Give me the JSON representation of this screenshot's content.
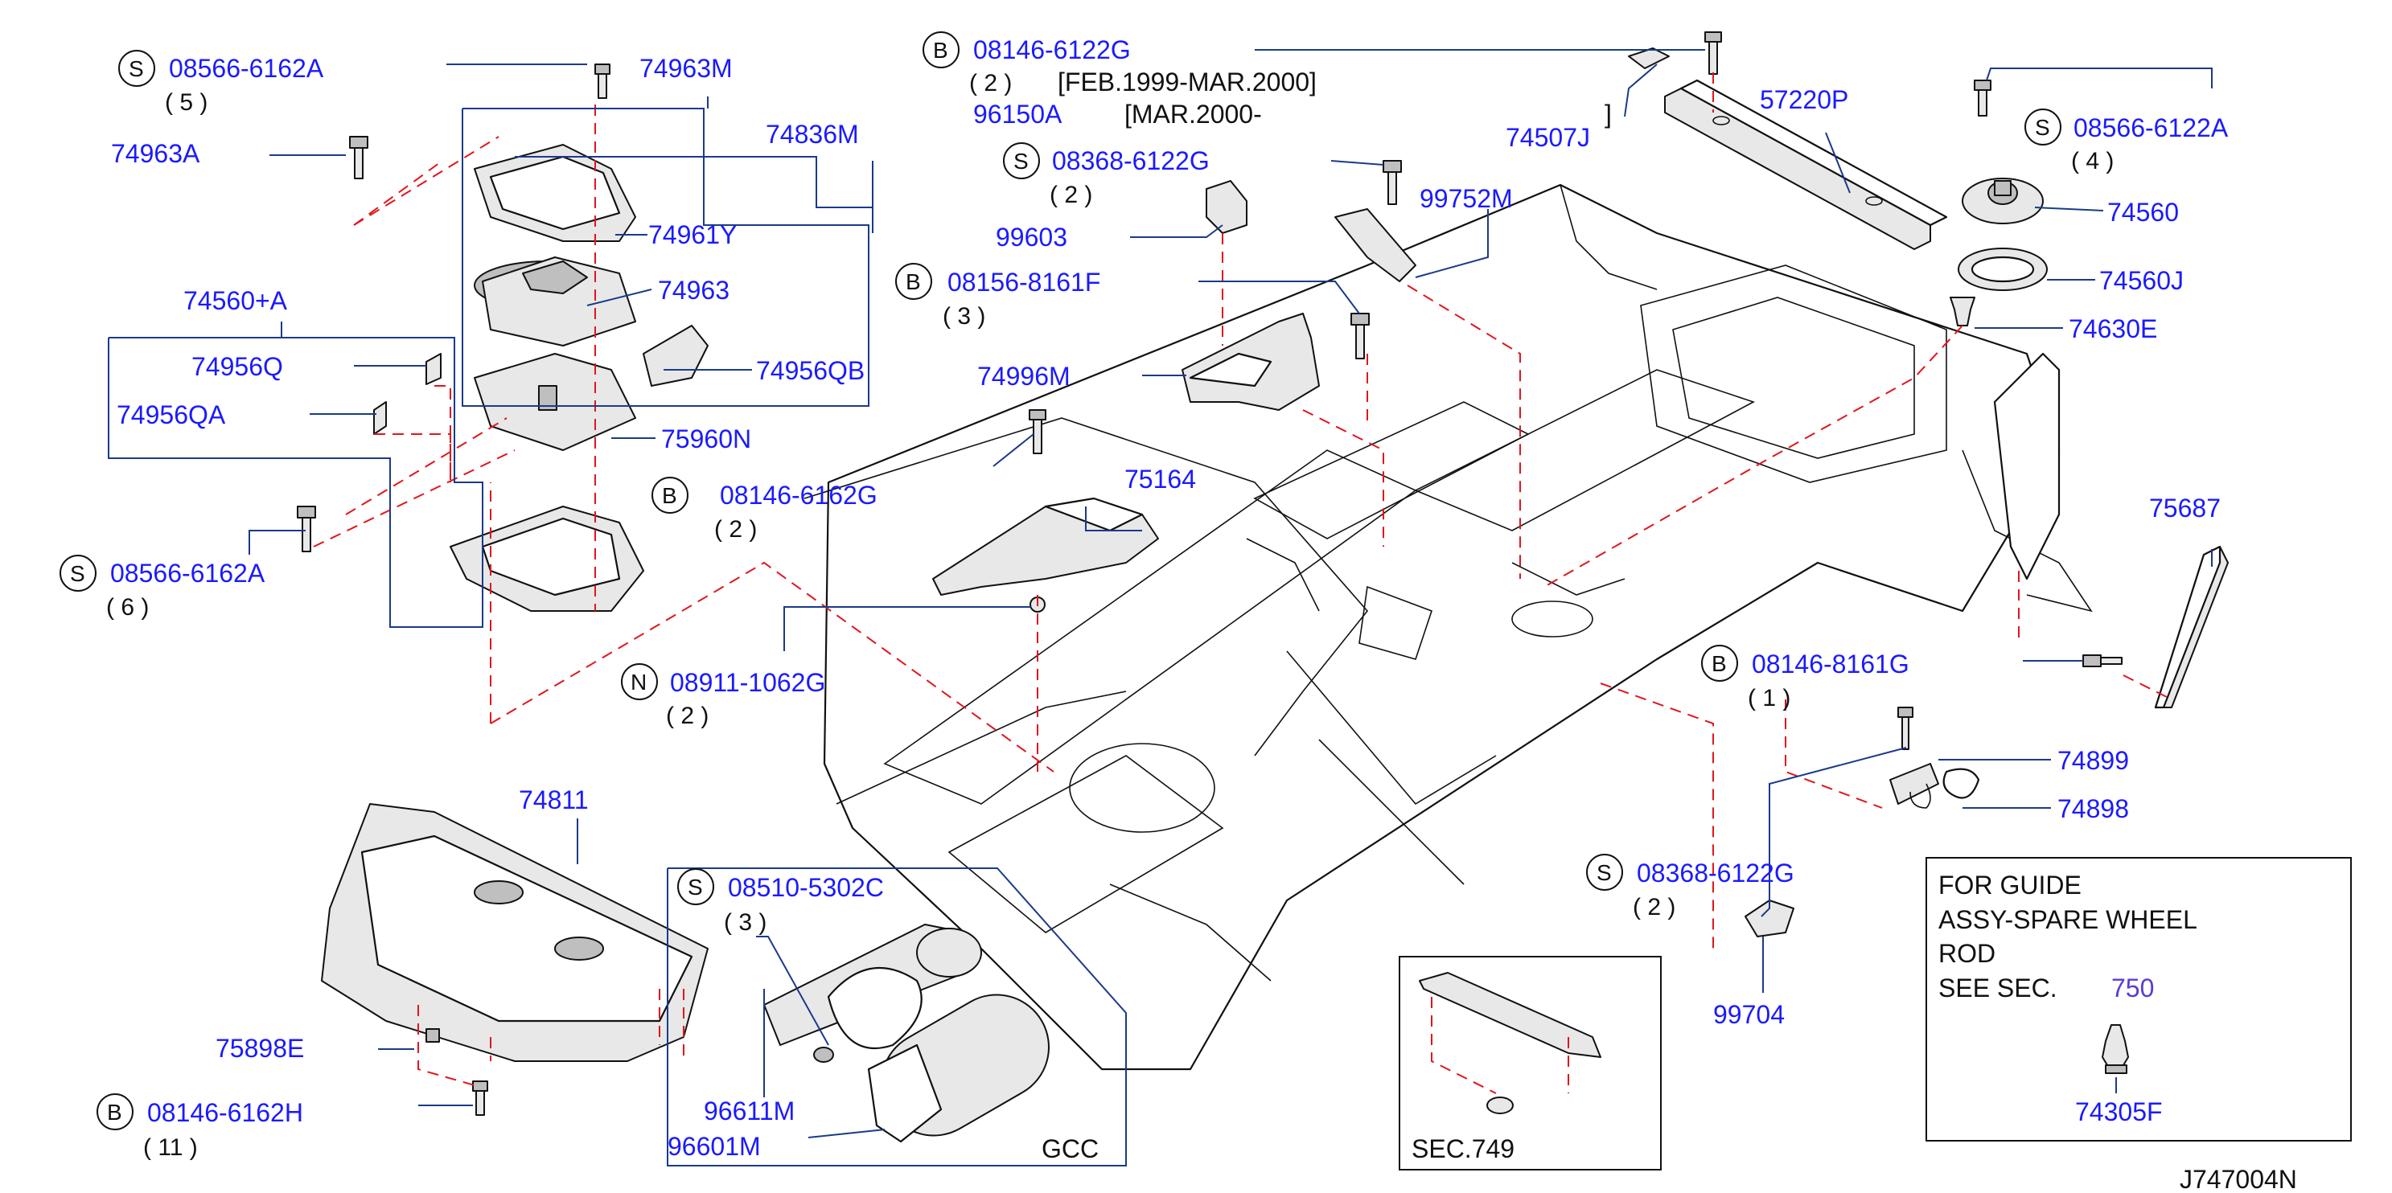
{
  "diagram_id": "J747004N",
  "colors": {
    "part_number": "#1a1aff",
    "leader": "#1a3a8a",
    "dashed_guide": "#e0161d",
    "text": "#111111"
  },
  "callouts": {
    "s_08566_6162a_top": {
      "prefix": "S",
      "part": "08566-6162A",
      "qty": "( 5 )"
    },
    "p_74963m": "74963M",
    "p_74963a": "74963A",
    "p_74836m": "74836M",
    "p_74961y": "74961Y",
    "p_74963": "74963",
    "p_74956qb": "74956QB",
    "p_74560a": "74560+A",
    "p_74956q": "74956Q",
    "p_74956qa": "74956QA",
    "p_75960n": "75960N",
    "s_08566_6162a_bot": {
      "prefix": "S",
      "part": "08566-6162A",
      "qty": "( 6 )"
    },
    "b_08146_6162g": {
      "prefix": "B",
      "part": "08146-6162G",
      "qty": "( 2 )"
    },
    "n_08911_1062g": {
      "prefix": "N",
      "part": "08911-1062G",
      "qty": "( 2 )"
    },
    "b_08146_6122g": {
      "prefix": "B",
      "part": "08146-6122G",
      "qty": "( 2 )",
      "note1": "[FEB.1999-MAR.2000]"
    },
    "p_96150a": {
      "part": "96150A",
      "note": "[MAR.2000-",
      "close": "]"
    },
    "s_08368_6122g_top": {
      "prefix": "S",
      "part": "08368-6122G",
      "qty": "( 2 )"
    },
    "p_99603": "99603",
    "p_99752m": "99752M",
    "b_08156_8161f": {
      "prefix": "B",
      "part": "08156-8161F",
      "qty": "( 3 )"
    },
    "p_74996m": "74996M",
    "p_75164": "75164",
    "p_74507j": "74507J",
    "p_57220p": "57220P",
    "s_08566_6122a": {
      "prefix": "S",
      "part": "08566-6122A",
      "qty": "( 4 )"
    },
    "p_74560": "74560",
    "p_74560j": "74560J",
    "p_74630e": "74630E",
    "p_75687": "75687",
    "b_08146_8161g": {
      "prefix": "B",
      "part": "08146-8161G",
      "qty": "( 1 )"
    },
    "p_74899": "74899",
    "p_74898": "74898",
    "s_08368_6122g_bot": {
      "prefix": "S",
      "part": "08368-6122G",
      "qty": "( 2 )"
    },
    "p_99704": "99704",
    "p_74811": "74811",
    "p_75898e": "75898E",
    "b_08146_6162h": {
      "prefix": "B",
      "part": "08146-6162H",
      "qty": "( 11 )"
    },
    "s_08510_5302c": {
      "prefix": "S",
      "part": "08510-5302C",
      "qty": "( 3 )"
    },
    "p_96611m": "96611M",
    "p_96601m": "96601M",
    "gcc_label": "GCC",
    "sec749_label": "SEC.749"
  },
  "guide_box": {
    "line1": "FOR  GUIDE",
    "line2": "ASSY-SPARE  WHEEL",
    "line3": "ROD",
    "line4_prefix": "SEE  SEC.",
    "line4_ref": "750",
    "part": "74305F"
  }
}
